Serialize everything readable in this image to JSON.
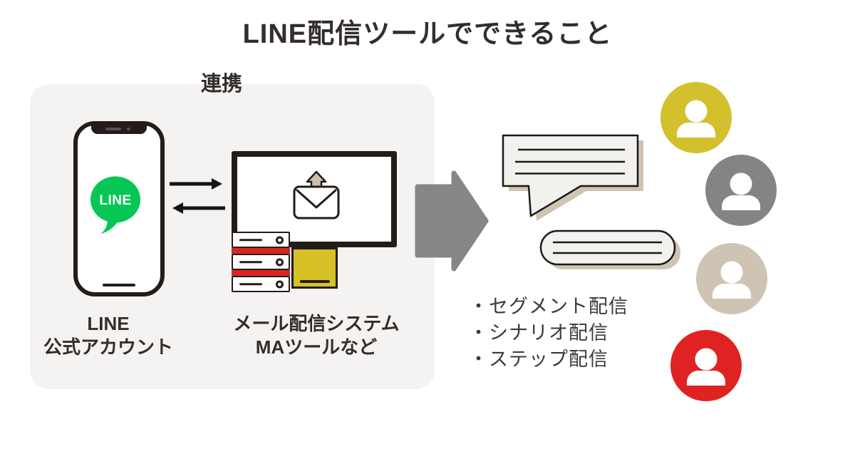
{
  "title": "LINE配信ツールでできること",
  "panel": {
    "link_label": "連携",
    "phone": {
      "logo_text": "LINE",
      "caption_line1": "LINE",
      "caption_line2": "公式アカウント"
    },
    "system": {
      "caption_line1": "メール配信システム",
      "caption_line2": "MAツールなど"
    }
  },
  "delivery": {
    "items": [
      "・セグメント配信",
      "・シナリオ配信",
      "・ステップ配信"
    ]
  },
  "colors": {
    "panel_bg": "#f5f3f1",
    "line_green": "#06C755",
    "outline_dark": "#231c18",
    "text_dark": "#332d2b",
    "arrow_black": "#141414",
    "big_arrow_gray": "#868686",
    "bubble_fill": "#f2f1ed",
    "bubble_shadow": "#cfc3b2",
    "server_red": "#dd2420",
    "stand_yellow": "#d6c226",
    "mail_arrow_beige": "#cbc0b1",
    "avatar_yellow": "#d2c02c",
    "avatar_gray": "#848484",
    "avatar_beige": "#cfc3b4",
    "avatar_red": "#df2323"
  }
}
